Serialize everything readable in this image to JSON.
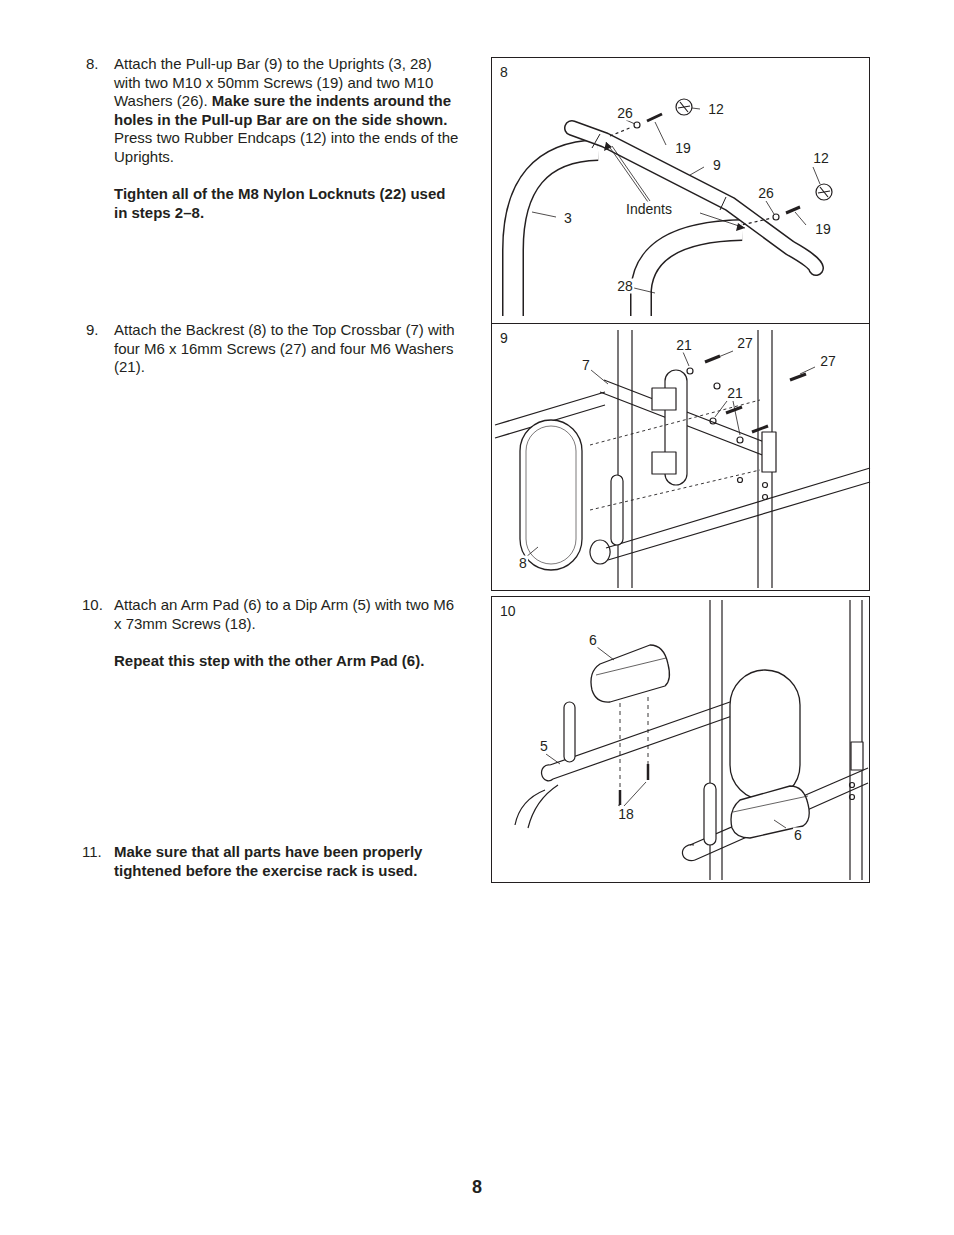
{
  "diagram": {
    "nodes": [
      {
        "text": [
          "8"
        ]
      },
      {
        "text": [
          "9"
        ]
      },
      {
        "text": [
          "10"
        ]
      }
    ],
    "labels": [
      "8.",
      "Attach the Pull-up Bar (9) to the Uprights (3, 28) with two M10 x 50mm Screws (19) and two M10 Washers (26).",
      "Make sure the indents around the holes in the Pull-up Bar are on the side shown.",
      "Press two Rubber Endcaps (12) into the ends of the Uprights.",
      "Tighten all of the M8 Nylon Locknuts (22) used in steps 2–8.",
      "9.",
      "Attach the Backrest (8) to the Top Crossbar (7) with four M6 x 16mm Screws (27) and four M6 Washers (21).",
      "10.",
      "Attach an Arm Pad (6) to a Dip Arm (5) with two M6 x 73mm Screws (18).",
      "Repeat this step with the other Arm Pad (6).",
      "11.",
      "Make sure that all parts have been properly tightened before the exercise rack is used.",
      "8",
      "26",
      "12",
      "19",
      "9",
      "12",
      "3",
      "Indents",
      "26",
      "19",
      "28",
      "21",
      "27",
      "7",
      "27",
      "21",
      "8",
      "6",
      "5",
      "18",
      "6"
    ]
  }
}
